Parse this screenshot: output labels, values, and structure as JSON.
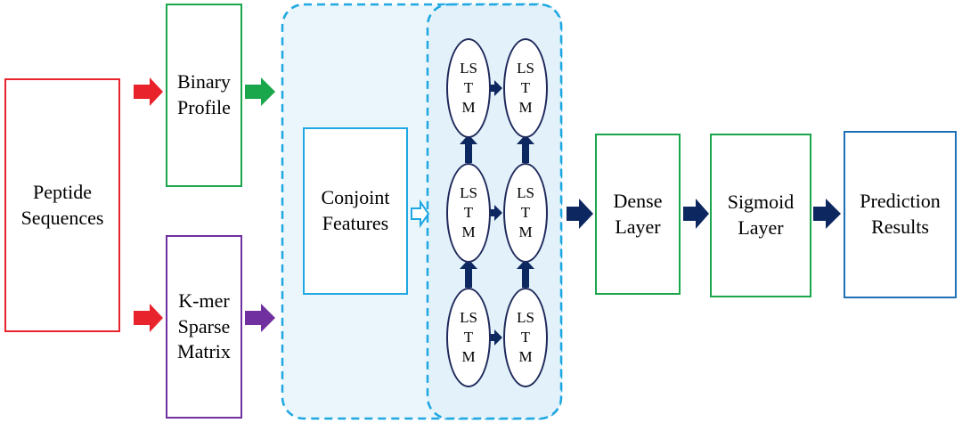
{
  "colors": {
    "red": "#e8232b",
    "green": "#1aa64a",
    "purple": "#7030a0",
    "cyan": "#1ea7e1",
    "cyan_fill": "#eaf6fc",
    "navy": "#0d2760",
    "dark_blue": "#1f6fb5"
  },
  "nodes": {
    "peptide": [
      "Peptide",
      "Sequences"
    ],
    "binary": [
      "Binary",
      "Profile"
    ],
    "kmer": [
      "K-mer",
      "Sparse",
      "Matrix"
    ],
    "conjoint": [
      "Conjoint",
      "Features"
    ],
    "dense": [
      "Dense",
      "Layer"
    ],
    "sigmoid": [
      "Sigmoid",
      "Layer"
    ],
    "prediction": [
      "Prediction",
      "Results"
    ]
  },
  "lstm_cell": [
    "LS",
    "T",
    "M"
  ]
}
